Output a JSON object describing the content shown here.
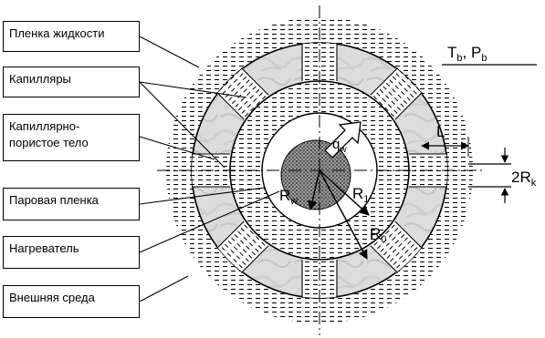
{
  "labels": {
    "liquid_film": "Пленка жидкости",
    "capillaries": "Капилляры",
    "capillary_porous_body_1": "Капиллярно-",
    "capillary_porous_body_2": "пористое тело",
    "vapor_film": "Паровая пленка",
    "heater": "Нагреватель",
    "environment": "Внешняя среда"
  },
  "symbols": {
    "tb_pb": "Tb, Pb",
    "T": "T",
    "T_sub": "b",
    "P": "P",
    "P_sub": "b",
    "L": "L",
    "two_rk": "2R",
    "two_rk_sub": "k",
    "qw": "q",
    "qw_sub": "w",
    "rw": "R",
    "rw_sub": "w",
    "r1": "R",
    "r1_sub": "1",
    "r0": "R",
    "r0_sub": "0"
  },
  "colors": {
    "stroke": "#000000",
    "porous_fill": "#dcdcdc",
    "background": "#ffffff"
  }
}
